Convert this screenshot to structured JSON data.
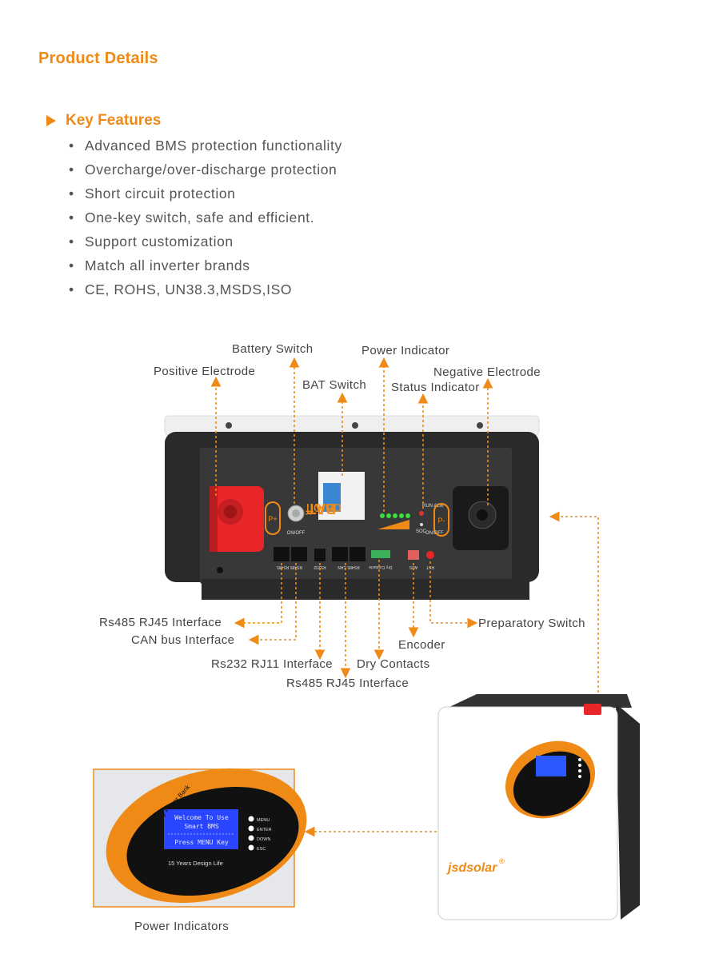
{
  "section_title": "Product Details",
  "features": {
    "title": "Key Features",
    "items": [
      "Advanced BMS protection functionality",
      "Overcharge/over-discharge protection",
      "Short circuit protection",
      "One-key switch, safe and efficient.",
      "Support customization",
      "Match all inverter brands",
      "CE, ROHS, UN38.3,MSDS,ISO"
    ]
  },
  "callouts": {
    "battery_switch": "Battery Switch",
    "power_indicator": "Power Indicator",
    "positive_electrode": "Positive Electrode",
    "negative_electrode": "Negative Electrode",
    "bat_switch": "BAT Switch",
    "status_indicator": "Status Indicator",
    "rs485_rj45_left": "Rs485 RJ45 Interface",
    "can_bus": "CAN bus  Interface",
    "rs232": "Rs232 RJ11 Interface",
    "dry_contacts": "Dry Contacts",
    "rs485_rj45_bottom": "Rs485 RJ45 Interface",
    "encoder": "Encoder",
    "preparatory_switch": "Preparatory Switch"
  },
  "panel": {
    "bat_label": "BAT",
    "on_off_label": "on/off",
    "positive_tag": "P+",
    "negative_tag": "P-",
    "onoff_small": "ON/OFF",
    "soc": "SOC",
    "run_alm": "RUN ALM",
    "port_labels": [
      "RS485 RS485",
      "RS232",
      "RS485 CAN",
      "Dry Contacts",
      "ADS",
      "RST"
    ]
  },
  "lcd": {
    "ring_text": "LiFePO4 Battery Power Bank",
    "line1": "Welcome To Use",
    "line2": "Smart BMS",
    "line3": "Press MENU Key",
    "buttons": [
      "MENU",
      "ENTER",
      "DOWN",
      "ESC"
    ],
    "tagline": "15 Years Design Life"
  },
  "brand": {
    "logo_text": "jsdsolar"
  },
  "footer_label": "Power Indicators",
  "colors": {
    "accent": "#f08a17",
    "dark_panel": "#2c2c2c",
    "red_terminal": "#e8262a",
    "led_green": "#3bdc3b"
  }
}
